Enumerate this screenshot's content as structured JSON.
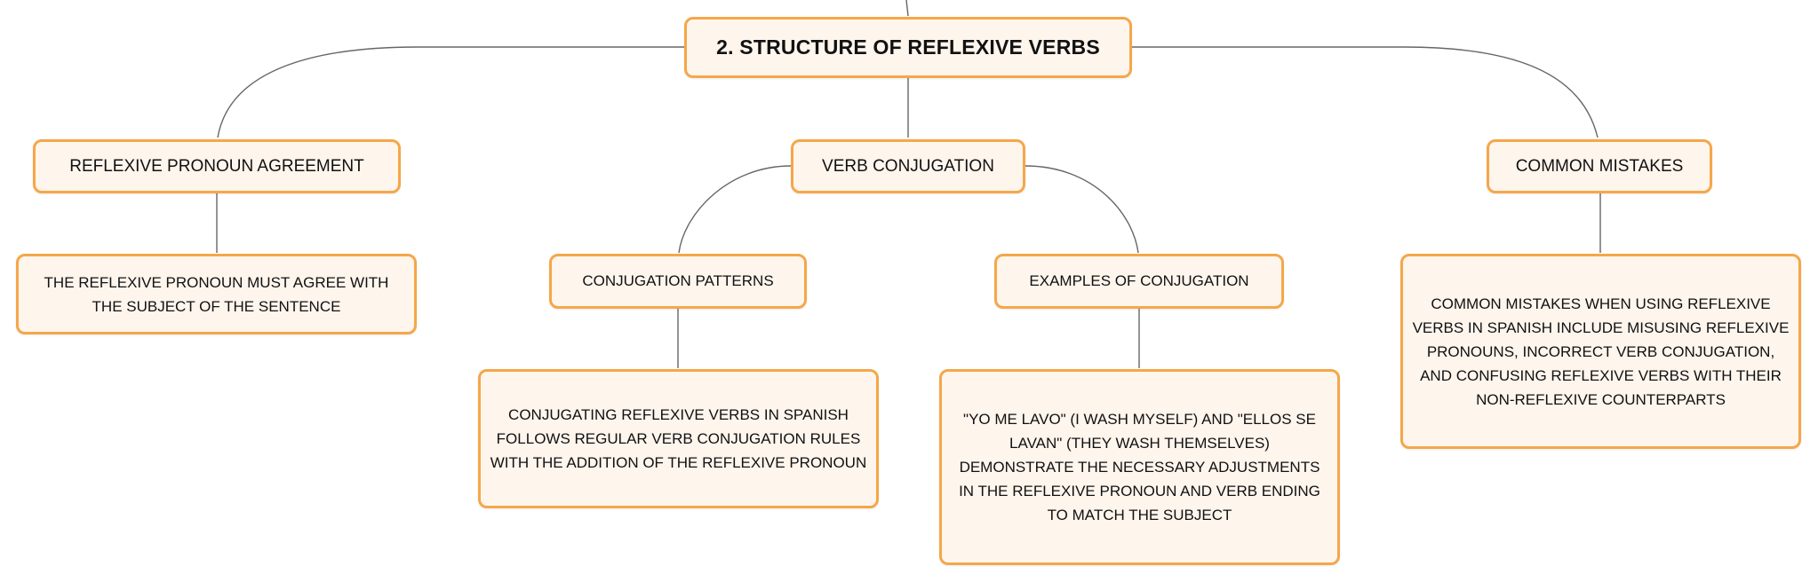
{
  "colors": {
    "border": "#f5a74a",
    "fill": "#fef5ed",
    "line": "#666666",
    "text": "#111111"
  },
  "root": {
    "label": "2. STRUCTURE OF REFLEXIVE VERBS"
  },
  "branches": {
    "pronoun": {
      "label": "REFLEXIVE PRONOUN AGREEMENT",
      "detail": "THE REFLEXIVE PRONOUN MUST AGREE WITH THE SUBJECT OF THE SENTENCE"
    },
    "conjugation": {
      "label": "VERB CONJUGATION",
      "patterns": {
        "label": "CONJUGATION PATTERNS",
        "detail": "CONJUGATING REFLEXIVE VERBS IN SPANISH FOLLOWS REGULAR VERB CONJUGATION RULES WITH THE ADDITION OF THE REFLEXIVE PRONOUN"
      },
      "examples": {
        "label": "EXAMPLES OF CONJUGATION",
        "detail": "\"YO ME LAVO\" (I WASH MYSELF) AND \"ELLOS SE LAVAN\" (THEY WASH THEMSELVES) DEMONSTRATE THE NECESSARY ADJUSTMENTS IN THE REFLEXIVE PRONOUN AND VERB ENDING TO MATCH THE SUBJECT"
      }
    },
    "mistakes": {
      "label": "COMMON MISTAKES",
      "detail": "COMMON MISTAKES WHEN USING REFLEXIVE VERBS IN SPANISH INCLUDE MISUSING REFLEXIVE PRONOUNS, INCORRECT VERB CONJUGATION, AND CONFUSING REFLEXIVE VERBS WITH THEIR NON-REFLEXIVE COUNTERPARTS"
    }
  }
}
